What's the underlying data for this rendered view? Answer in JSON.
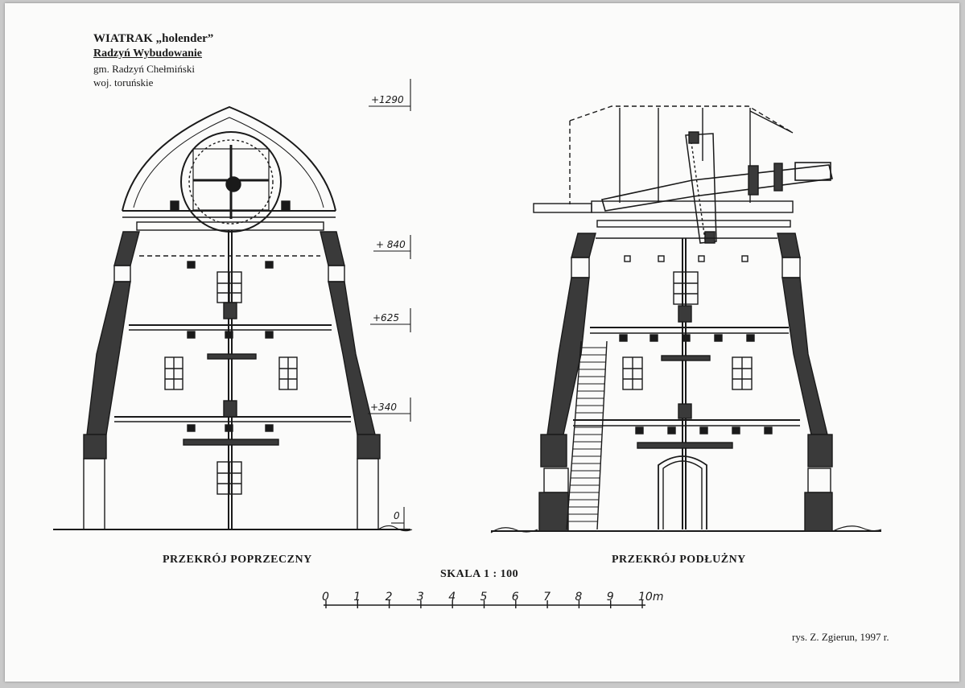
{
  "header": {
    "title": "WIATRAK „holender”",
    "place": "Radzyń Wybudowanie",
    "commune": "gm. Radzyń Chełmiński",
    "province": "woj. toruńskie"
  },
  "levels": {
    "l1290": "+1290",
    "l840": "+ 840",
    "l625": "+625",
    "l340": "+340",
    "l0": "0"
  },
  "captions": {
    "cross_section": "PRZEKRÓJ POPRZECZNY",
    "longitudinal_section": "PRZEKRÓJ PODŁUŻNY"
  },
  "scale": {
    "label": "SKALA 1 : 100",
    "ticks": [
      "0",
      "1",
      "2",
      "3",
      "4",
      "5",
      "6",
      "7",
      "8",
      "9",
      "10m"
    ]
  },
  "author": "rys. Z. Zgierun, 1997 r.",
  "colors": {
    "ink": "#1a1a1a",
    "wall_hatch": "#3a3a3a",
    "paper": "#fbfbfa"
  }
}
